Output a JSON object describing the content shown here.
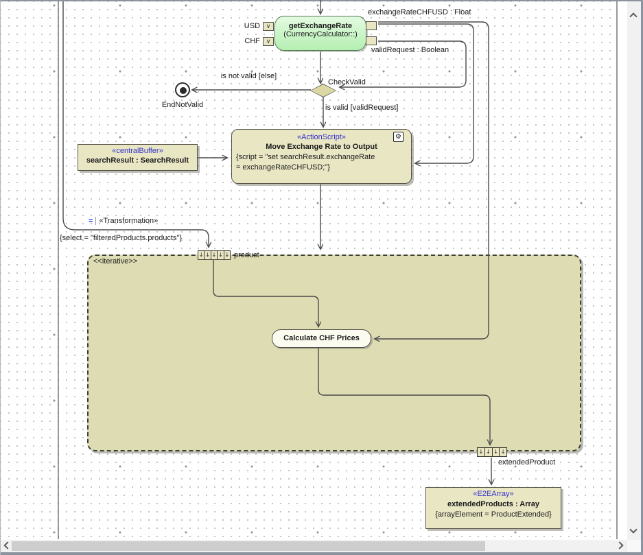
{
  "diagram": {
    "get_exchange_rate": {
      "title": "getExchangeRate",
      "subtitle": "(CurrencyCalculator::)",
      "pin_usd": "USD",
      "pin_chf": "CHF",
      "out_top_label": "exchangeRateCHFUSD : Float",
      "out_bottom_label": "validRequest : Boolean"
    },
    "decision": {
      "name": "CheckValid",
      "guard_else": "is not valid [else]",
      "guard_valid": "is valid [validRequest]"
    },
    "final_node": {
      "label": "EndNotValid"
    },
    "action_script": {
      "stereotype": "«ActionScript»",
      "title": "Move Exchange Rate to Output",
      "script_line1": "{script = \"set searchResult.exchangeRate",
      "script_line2": "= exchangeRateCHFUSD;\"}"
    },
    "central_buffer": {
      "stereotype": "«centralBuffer»",
      "label": "searchResult : SearchResult"
    },
    "transformation": {
      "stereotype": "«Transformation»",
      "constraint": "{select = \"filteredProducts.products\"}"
    },
    "region": {
      "keyword": "<<iterative>>"
    },
    "input_expansion_node": {
      "label": "product"
    },
    "calculate": {
      "label": "Calculate CHF Prices"
    },
    "output_expansion_node": {
      "label": "extendedProduct"
    },
    "e2e_array": {
      "stereotype": "«E2EArray»",
      "title": "extendedProducts : Array",
      "constraint": "{arrayElement = ProductExtended}"
    }
  },
  "icons": {
    "pin_chevron": "∨",
    "gear": "⚙",
    "equals": "=",
    "expansion_arrow": "↓"
  },
  "colors": {
    "node_tan": "#e9e6c4",
    "region_fill": "#dedcb3",
    "action_green": "#c5f2bf",
    "stereotype_blue": "#3333cc",
    "edge": "#4a4a4a",
    "scrollbar_track": "#f1f1f1",
    "scrollbar_thumb": "#cdcdcd"
  }
}
